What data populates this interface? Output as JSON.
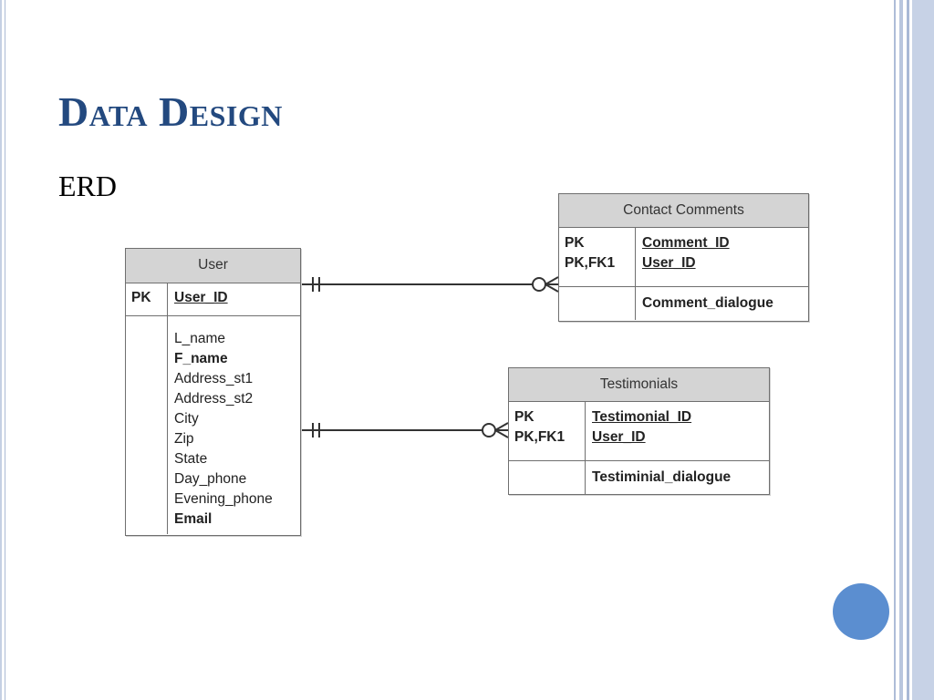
{
  "slide": {
    "title": "Data Design",
    "subtitle": "ERD"
  },
  "erd": {
    "user": {
      "name": "User",
      "pk_label": "PK",
      "pk_field": "User_ID",
      "attributes": [
        "L_name",
        "F_name",
        "Address_st1",
        "Address_st2",
        "City",
        "Zip",
        "State",
        "Day_phone",
        "Evening_phone",
        "Email"
      ]
    },
    "contact_comments": {
      "name": "Contact Comments",
      "key_labels": [
        "PK",
        "PK,FK1"
      ],
      "key_fields": [
        "Comment_ID",
        "User_ID"
      ],
      "attribute": "Comment_dialogue"
    },
    "testimonials": {
      "name": "Testimonials",
      "key_labels": [
        "PK",
        "PK,FK1"
      ],
      "key_fields": [
        "Testimonial_ID",
        "User_ID"
      ],
      "attribute": "Testiminial_dialogue"
    }
  },
  "theme": {
    "title_color": "#23497f",
    "accent_dot_color": "#5b8ed0",
    "header_fill": "#d4d4d4"
  }
}
